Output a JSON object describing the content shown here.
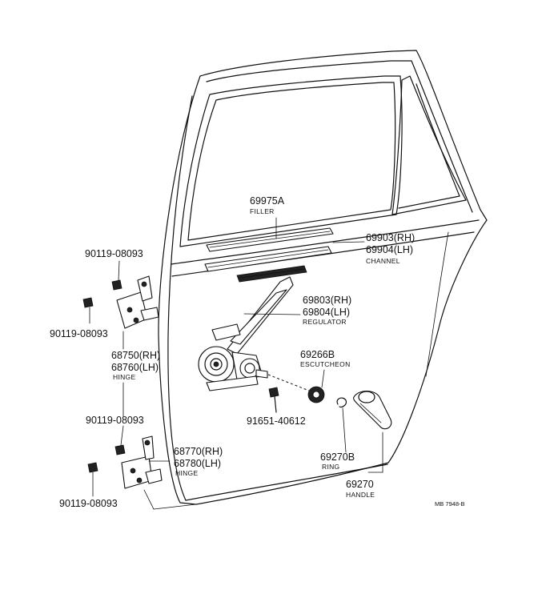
{
  "labels": {
    "filler": {
      "part_no": "69975A",
      "name": "FILLER"
    },
    "channel": {
      "part_no_rh": "69903(RH)",
      "part_no_lh": "69904(LH)",
      "name": "CHANNEL"
    },
    "regulator": {
      "part_no_rh": "69803(RH)",
      "part_no_lh": "69804(LH)",
      "name": "REGULATOR"
    },
    "escutcheon": {
      "part_no": "69266B",
      "name": "ESCUTCHEON"
    },
    "screw": {
      "part_no": "91651-40612"
    },
    "ring": {
      "part_no": "69270B",
      "name": "RING"
    },
    "handle": {
      "part_no": "69270",
      "name": "HANDLE"
    },
    "upper_hinge": {
      "part_no_rh": "68750(RH)",
      "part_no_lh": "68760(LH)",
      "name": "HINGE"
    },
    "lower_hinge": {
      "part_no_rh": "68770(RH)",
      "part_no_lh": "68780(LH)",
      "name": "HINGE"
    },
    "bolts": {
      "upper_top": "90119-08093",
      "upper_left": "90119-08093",
      "lower_top": "90119-08093",
      "lower_left": "90119-08093"
    },
    "figure_ref": "MB  7948-B"
  }
}
